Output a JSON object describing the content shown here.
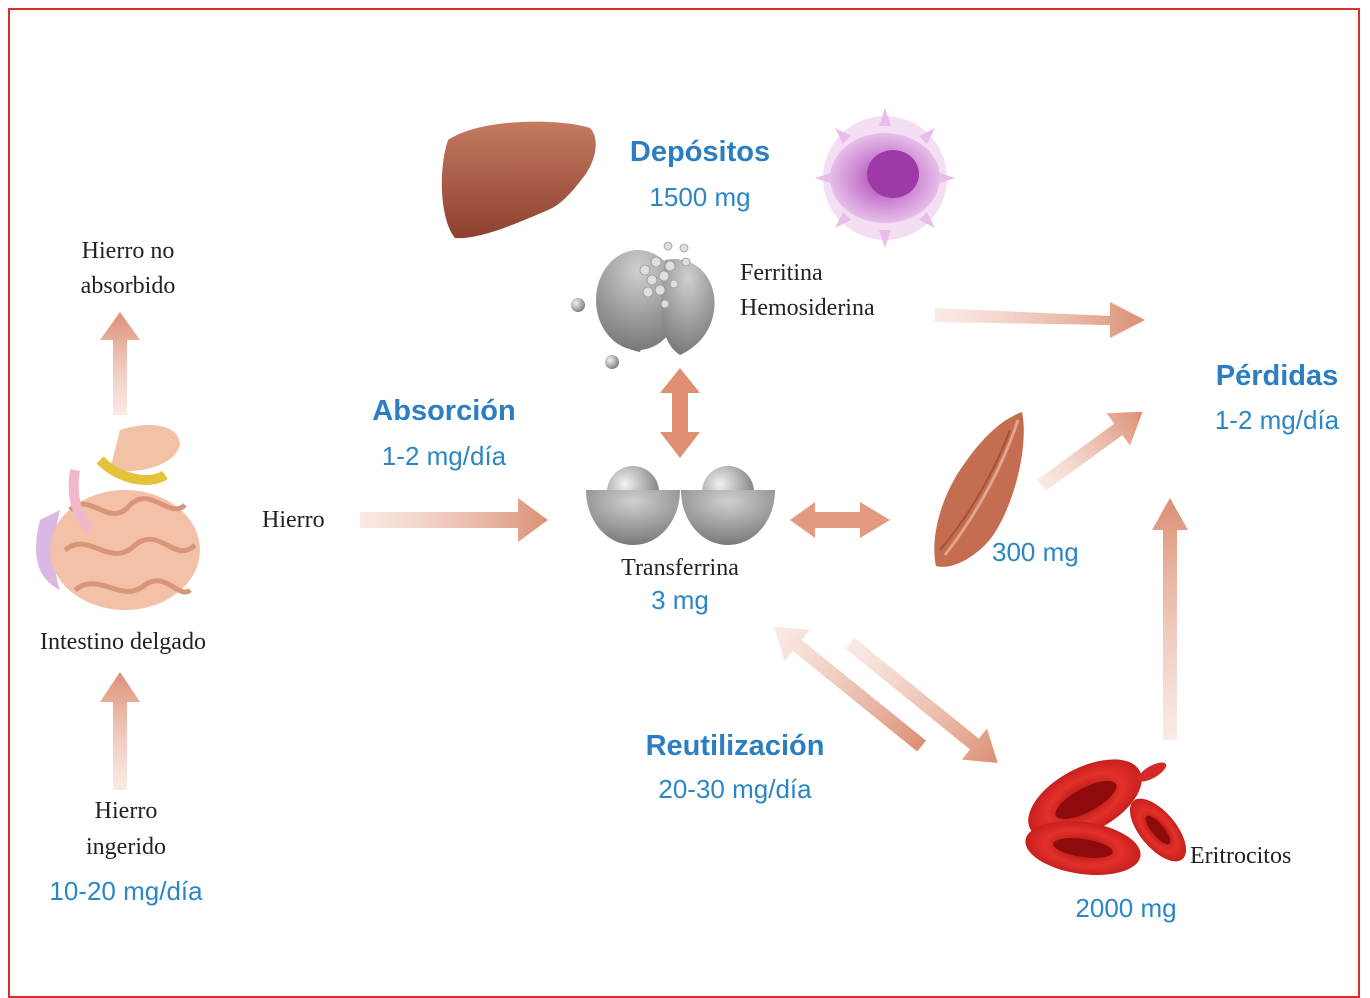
{
  "labels": {
    "depositos_title": "Depósitos",
    "depositos_value": "1500 mg",
    "ferritina": "Ferritina",
    "hemosiderina": "Hemosiderina",
    "hierro_no_1": "Hierro no",
    "hierro_no_2": "absorbido",
    "absorcion_title": "Absorción",
    "absorcion_value": "1-2 mg/día",
    "hierro": "Hierro",
    "transferrina": "Transferrina",
    "transferrina_value": "3 mg",
    "perdidas_title": "Pérdidas",
    "perdidas_value": "1-2 mg/día",
    "musculo_value": "300 mg",
    "intestino": "Intestino delgado",
    "hierro_ing_1": "Hierro",
    "hierro_ing_2": "ingerido",
    "hierro_ing_value": "10-20 mg/día",
    "reutilizacion_title": "Reutilización",
    "reutilizacion_value": "20-30 mg/día",
    "eritrocitos": "Eritrocitos",
    "eritrocitos_value": "2000 mg"
  },
  "colors": {
    "border": "#d9302c",
    "accent_blue": "#2b86c5",
    "arrow": "#e2a08c",
    "liver": "#b5634a",
    "macrophage": "#c98bd0",
    "protein_gray": "#9a9a9a",
    "muscle": "#c46d50",
    "erythrocyte": "#d8201e"
  },
  "icons": [
    "liver-icon",
    "macrophage-icon",
    "ferritin-icon",
    "transferrin-icon",
    "muscle-icon",
    "intestine-icon",
    "erythrocytes-icon"
  ]
}
